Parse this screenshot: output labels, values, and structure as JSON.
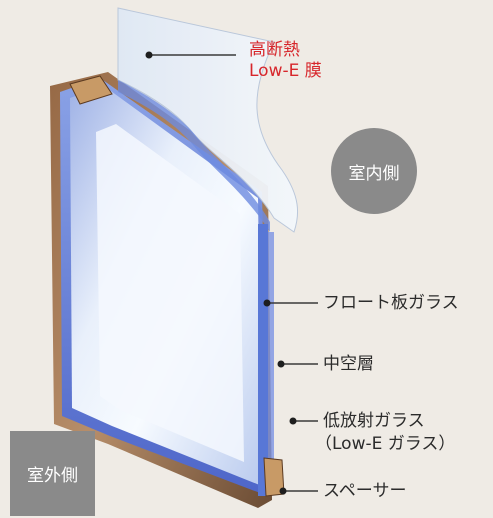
{
  "labels": {
    "lowe_film": [
      "高断熱",
      "Low-E 膜"
    ],
    "indoor": "室内側",
    "float_glass": "フロート板ガラス",
    "air_layer": "中空層",
    "lowe_glass": [
      "低放射ガラス",
      "（Low-E ガラス）"
    ],
    "spacer": "スペーサー",
    "outdoor": "室外側"
  },
  "colors": {
    "background": "#efebe5",
    "accent_red": "#d7262b",
    "badge_gray": "#8a8a8a",
    "frame_brown": "#7a4f2e",
    "glass_blue": "#5f7fd8"
  }
}
